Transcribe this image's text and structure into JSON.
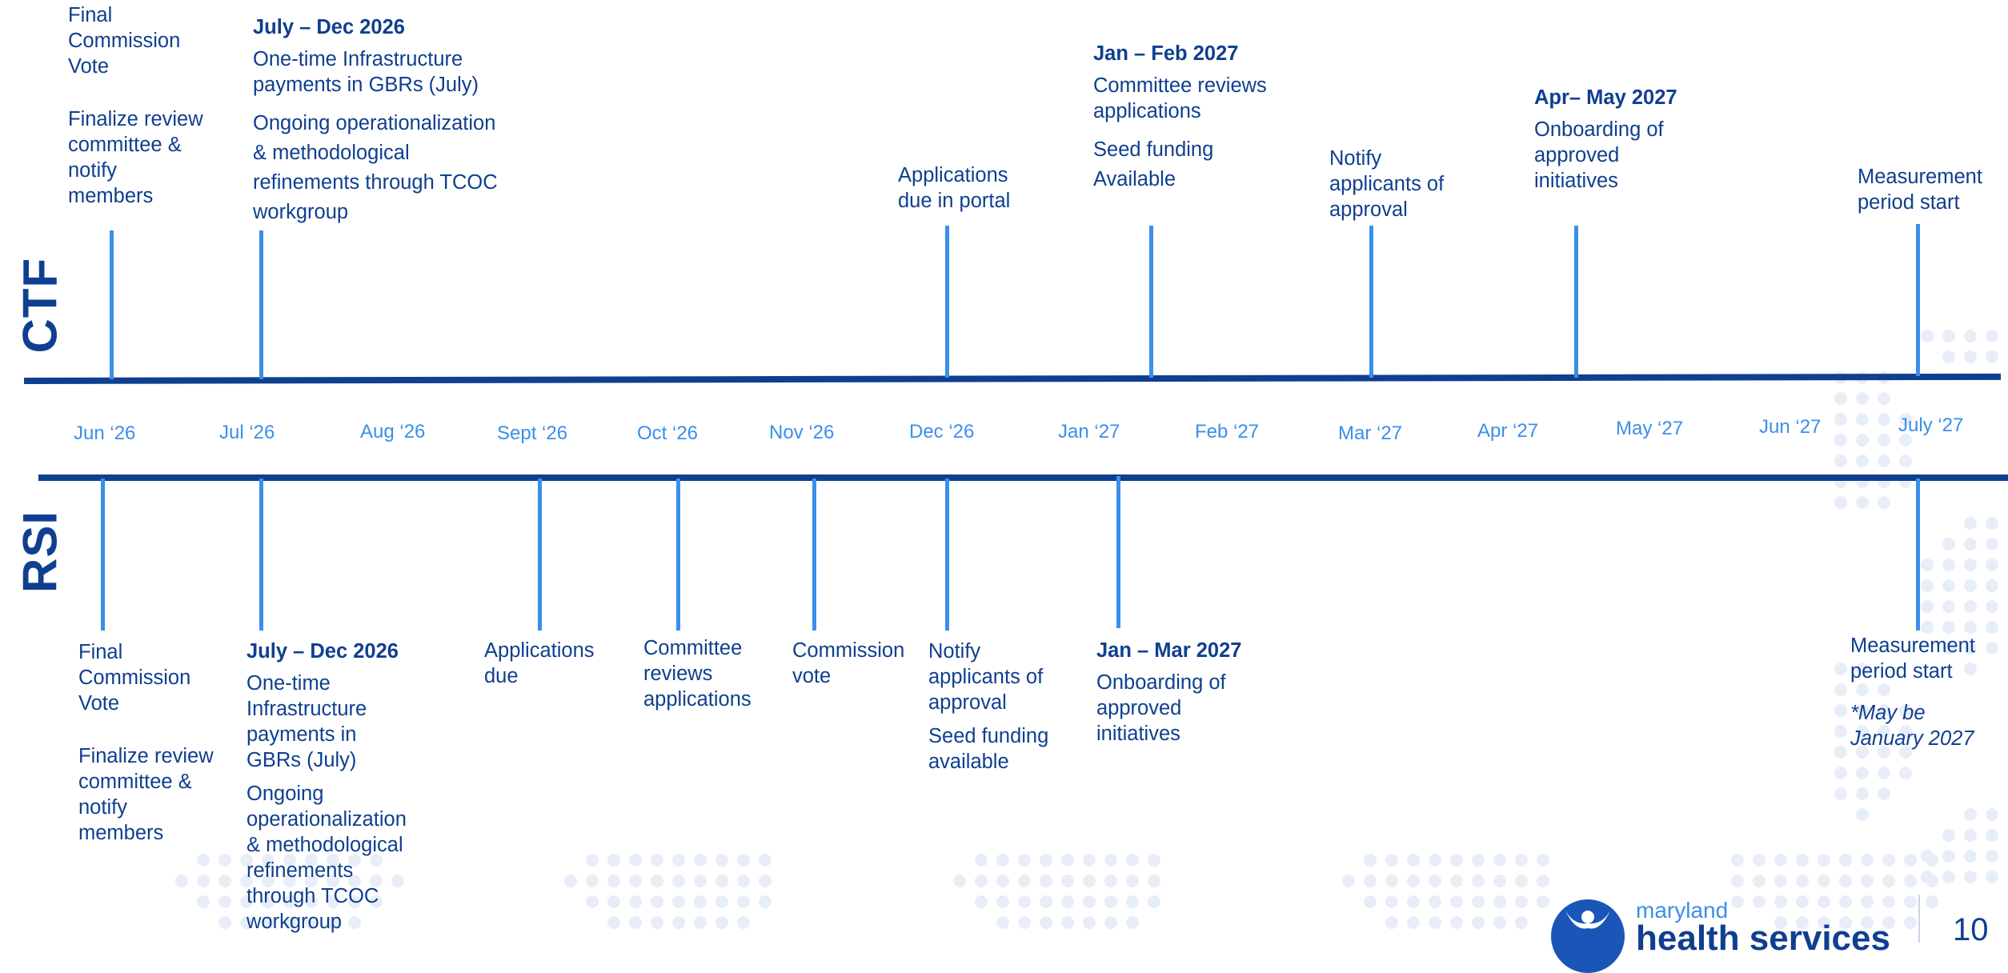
{
  "rows": {
    "top": "CTF",
    "bottom": "RSI"
  },
  "months": [
    "Jun ‘26",
    "Jul ‘26",
    "Aug ‘26",
    "Sept ‘26",
    "Oct ‘26",
    "Nov ‘26",
    "Dec ‘26",
    "Jan ‘27",
    "Feb ‘27",
    "Mar ‘27",
    "Apr ‘27",
    "May ‘27",
    "Jun ‘27",
    "July ‘27"
  ],
  "ctf": {
    "e1": {
      "a": "Final Commission Vote",
      "b": "Finalize review committee & notify members"
    },
    "e2": {
      "head": "July – Dec 2026",
      "a": "One-time Infrastructure payments in GBRs (July)",
      "b": "Ongoing operationalization & methodological refinements through TCOC workgroup"
    },
    "e3": {
      "a": "Applications due in portal"
    },
    "e4": {
      "head": "Jan – Feb 2027",
      "a": "Committee reviews applications",
      "b": "Seed funding Available"
    },
    "e5": {
      "a": "Notify applicants of approval"
    },
    "e6": {
      "head": "Apr– May 2027",
      "a": "Onboarding of approved initiatives"
    },
    "e7": {
      "a": "Measurement period start"
    }
  },
  "rsi": {
    "e1": {
      "a": "Final Commission Vote",
      "b": "Finalize review committee & notify members"
    },
    "e2": {
      "head": "July – Dec 2026",
      "a": "One-time Infrastructure payments in GBRs (July)",
      "b": "Ongoing operationalization & methodological refinements through TCOC workgroup"
    },
    "e3": {
      "a": "Applications due"
    },
    "e4": {
      "a": "Committee reviews applications"
    },
    "e5": {
      "a": "Commission vote"
    },
    "e6": {
      "a": "Notify applicants of approval",
      "b": "Seed funding available"
    },
    "e7": {
      "head": "Jan – Mar 2027",
      "a": "Onboarding of approved initiatives"
    },
    "e8": {
      "a": "Measurement period start",
      "b": "*May be January 2027"
    }
  },
  "footer": {
    "logo_small": "maryland",
    "logo_big": "health services",
    "page": "10"
  },
  "colors": {
    "navy": "#0f3f8f",
    "accent": "#3a8fea"
  }
}
